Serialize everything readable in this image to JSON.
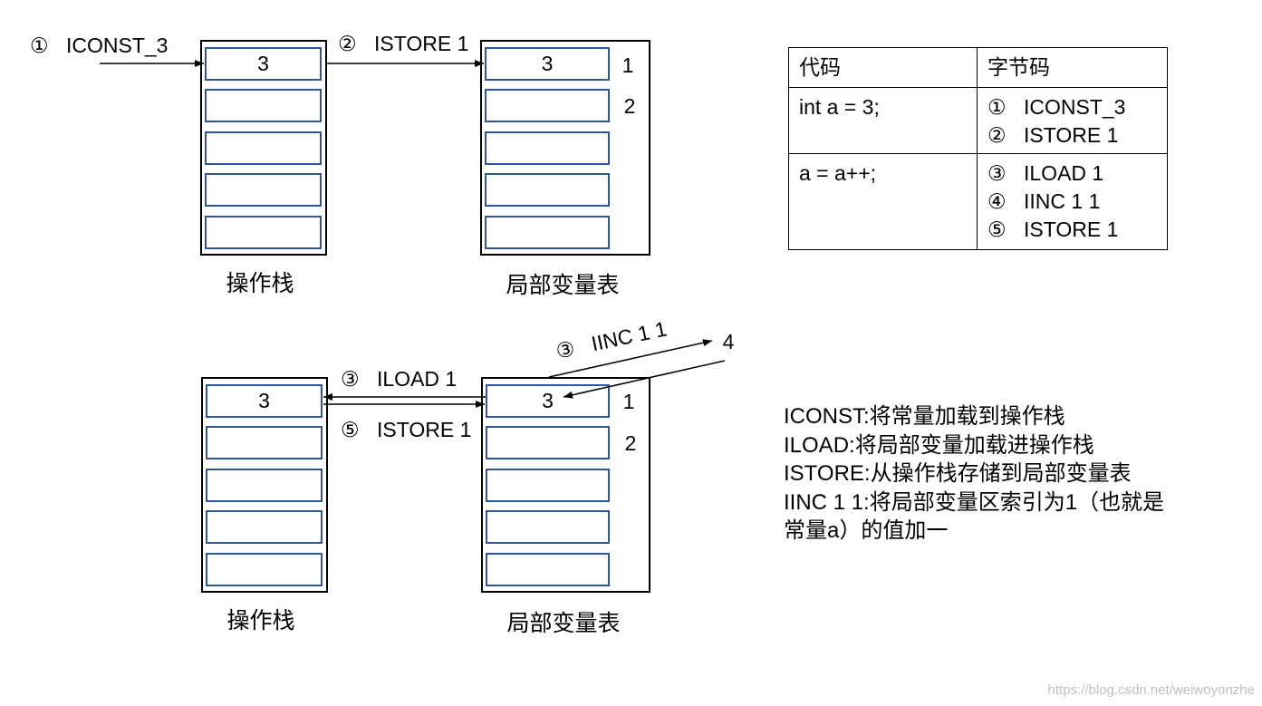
{
  "colors": {
    "cell_border": "#2F5597",
    "box_border": "#000000",
    "arrow": "#000000",
    "watermark": "#BFBFBF"
  },
  "top_diagram": {
    "step_iconst": {
      "num": "①",
      "label": "ICONST_3"
    },
    "step_istore": {
      "num": "②",
      "label": "ISTORE 1"
    },
    "operand_stack": {
      "title": "操作栈",
      "cells": [
        "3",
        "",
        "",
        "",
        ""
      ]
    },
    "local_variables": {
      "title": "局部变量表",
      "cells": [
        "3",
        "",
        "",
        "",
        ""
      ],
      "indices": [
        "1",
        "2"
      ]
    }
  },
  "bottom_diagram": {
    "step_iload": {
      "num": "③",
      "label": "ILOAD 1"
    },
    "step_istore": {
      "num": "⑤",
      "label": "ISTORE 1"
    },
    "step_iinc": {
      "num": "③",
      "label": "IINC 1 1"
    },
    "iinc_result": "4",
    "operand_stack": {
      "title": "操作栈",
      "cells": [
        "3",
        "",
        "",
        "",
        ""
      ]
    },
    "local_variables": {
      "title": "局部变量表",
      "cells": [
        "3",
        "",
        "",
        "",
        ""
      ],
      "indices": [
        "1",
        "2"
      ]
    }
  },
  "table": {
    "headers": [
      "代码",
      "字节码"
    ],
    "rows": [
      {
        "code": "int a = 3;",
        "bytecode": [
          {
            "num": "①",
            "text": "ICONST_3"
          },
          {
            "num": "②",
            "text": "ISTORE 1"
          }
        ]
      },
      {
        "code": "a = a++;",
        "bytecode": [
          {
            "num": "③",
            "text": "ILOAD 1"
          },
          {
            "num": "④",
            "text": "IINC 1 1"
          },
          {
            "num": "⑤",
            "text": "ISTORE 1"
          }
        ]
      }
    ]
  },
  "notes": [
    "ICONST:将常量加载到操作栈",
    "ILOAD:将局部变量加载进操作栈",
    "ISTORE:从操作栈存储到局部变量表",
    "IINC 1 1:将局部变量区索引为1（也就是",
    "常量a）的值加一"
  ],
  "watermark": "https://blog.csdn.net/weiwoyonzhe"
}
